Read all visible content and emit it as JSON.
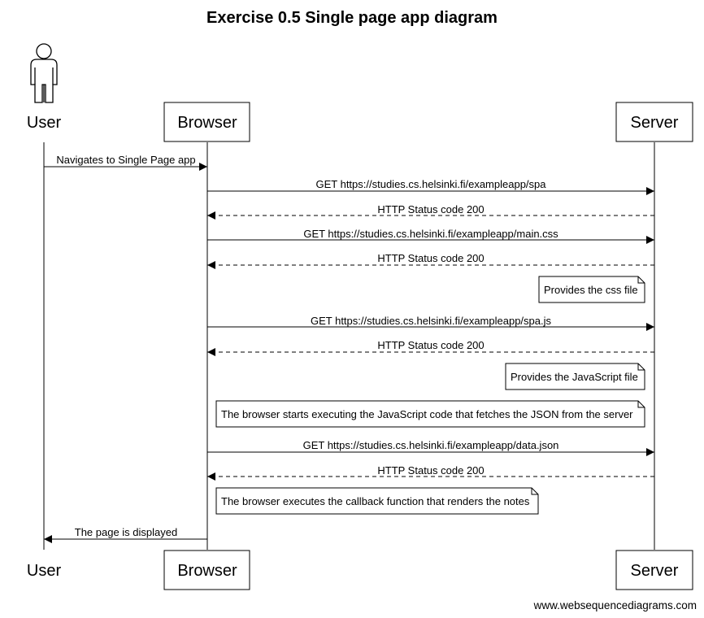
{
  "title": "Exercise 0.5 Single page app diagram",
  "participants": [
    {
      "id": "user",
      "label": "User",
      "kind": "actor-figure"
    },
    {
      "id": "browser",
      "label": "Browser",
      "kind": "box"
    },
    {
      "id": "server",
      "label": "Server",
      "kind": "box"
    }
  ],
  "messages": [
    {
      "from": "user",
      "to": "browser",
      "text": "Navigates to Single Page app",
      "style": "solid"
    },
    {
      "from": "browser",
      "to": "server",
      "text": "GET https://studies.cs.helsinki.fi/exampleapp/spa",
      "style": "solid"
    },
    {
      "from": "server",
      "to": "browser",
      "text": "HTTP Status code 200",
      "style": "dashed"
    },
    {
      "from": "browser",
      "to": "server",
      "text": "GET https://studies.cs.helsinki.fi/exampleapp/main.css",
      "style": "solid"
    },
    {
      "from": "server",
      "to": "browser",
      "text": "HTTP Status code 200",
      "style": "dashed"
    },
    {
      "from": "browser",
      "to": "server",
      "text": "GET https://studies.cs.helsinki.fi/exampleapp/spa.js",
      "style": "solid"
    },
    {
      "from": "server",
      "to": "browser",
      "text": "HTTP Status code 200",
      "style": "dashed"
    },
    {
      "from": "browser",
      "to": "server",
      "text": "GET https://studies.cs.helsinki.fi/exampleapp/data.json",
      "style": "solid"
    },
    {
      "from": "server",
      "to": "browser",
      "text": "HTTP Status code 200",
      "style": "dashed"
    },
    {
      "from": "browser",
      "to": "user",
      "text": "The page is displayed",
      "style": "solid"
    }
  ],
  "notes": [
    {
      "side": "left of",
      "anchor": "server",
      "text": "Provides the css file"
    },
    {
      "side": "left of",
      "anchor": "server",
      "text": "Provides the JavaScript file"
    },
    {
      "side": "right of",
      "anchor": "browser",
      "text": "The browser starts executing the JavaScript code that fetches the JSON from the server"
    },
    {
      "side": "right of",
      "anchor": "browser",
      "text": "The browser executes the callback function that renders the notes"
    }
  ],
  "footer": "www.websequencediagrams.com"
}
